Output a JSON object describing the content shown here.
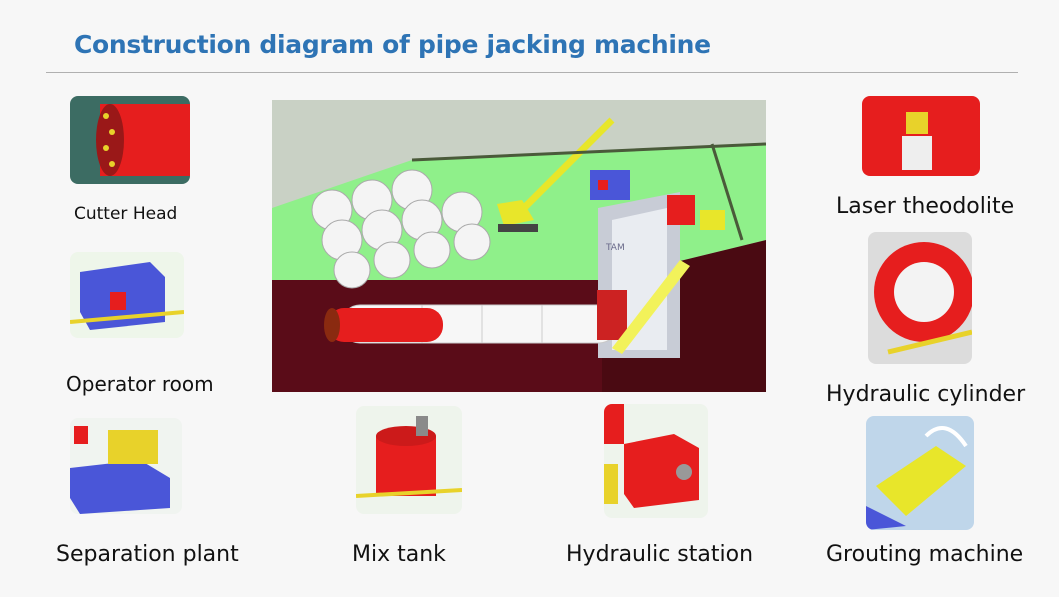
{
  "slide": {
    "title": "Construction diagram of pipe jacking machine",
    "labels": {
      "cutter_head": "Cutter Head",
      "operator_room": "Operator room",
      "separation_plant": "Separation plant",
      "mix_tank": "Mix tank",
      "hydraulic_station": "Hydraulic station",
      "laser_theodolite": "Laser theodolite",
      "hydraulic_cylinder": "Hydraulic cylinder",
      "grouting_machine": "Grouting machine"
    },
    "colors": {
      "title": "#2e74b5",
      "ground": "#8ff08a",
      "soil": "#4a0a12",
      "machine_red": "#e61e1e",
      "crane_yellow": "#e8e62a",
      "operator_blue": "#4a56d8"
    }
  }
}
